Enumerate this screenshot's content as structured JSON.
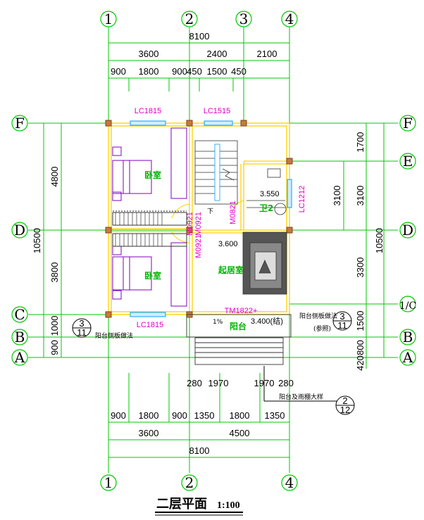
{
  "axes": {
    "columns": [
      "1",
      "2",
      "3",
      "4"
    ],
    "rows": [
      "F",
      "E",
      "D",
      "C",
      "B",
      "A"
    ],
    "half_axis": "1/C"
  },
  "top_dims": {
    "overall": "8100",
    "row2": [
      "3600",
      "2400",
      "2100"
    ],
    "row3": [
      "900",
      "1800",
      "900",
      "450",
      "1500",
      "450"
    ]
  },
  "bottom_dims": {
    "row1": [
      "280",
      "1970",
      "1970",
      "280"
    ],
    "row2": [
      "900",
      "1800",
      "900",
      "1350",
      "1800",
      "1350"
    ],
    "row3": [
      "3600",
      "4500"
    ],
    "overall": "8100"
  },
  "left_dims": {
    "overall": "10500",
    "sections": [
      "4800",
      "3800",
      "1000",
      "900"
    ]
  },
  "right_dims": {
    "overall": "10500",
    "sections": [
      "1700",
      "3100",
      "3300",
      "1500",
      "800",
      "420"
    ],
    "inner": "3100"
  },
  "windows": [
    "LC1815",
    "LC1515",
    "LC1815",
    "LC1212"
  ],
  "doors": [
    "M0921",
    "M0921",
    "M0821",
    "M0921",
    "TM1822+"
  ],
  "rooms": {
    "bedroom1": "卧室",
    "bedroom2": "卧室",
    "bathroom": "卫2",
    "living": "起居室",
    "balcony": "阳台"
  },
  "levels": {
    "bath": "3.550",
    "living": "3.600",
    "balcony": "3.400(结)"
  },
  "stair_label": "下",
  "slope": "1%",
  "detail_refs": [
    {
      "num": "3",
      "sheet": "11",
      "note": "阳台侧板做法"
    },
    {
      "num": "3",
      "sheet": "11",
      "note": "阳台侧板做法",
      "extra": "(参照)"
    },
    {
      "num": "2",
      "sheet": "12",
      "note": "阳台及雨棚大样"
    }
  ],
  "title": "二层平面",
  "scale": "1:100",
  "colors": {
    "wall": "#ffd200",
    "grid": "#00c800",
    "dim": "#00c800",
    "magenta": "#e000c8",
    "column": "#c8783c",
    "window": "#00a0ff",
    "purple": "#8000c0"
  }
}
